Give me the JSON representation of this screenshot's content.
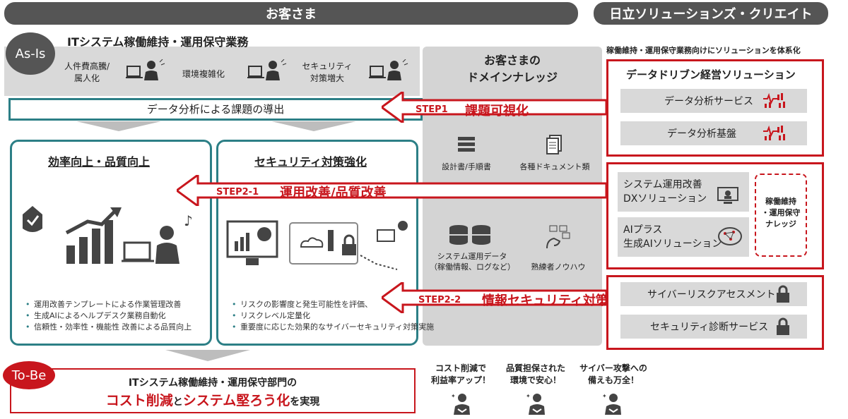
{
  "header": {
    "customer": "お客さま",
    "company": "日立ソリューションズ・クリエイト"
  },
  "asis": {
    "badge": "As-Is",
    "title": "ITシステム稼働維持・運用保守業務",
    "issues": [
      {
        "line1": "人件費高騰/",
        "line2": "属人化"
      },
      {
        "line1": "環境複雑化",
        "line2": ""
      },
      {
        "line1": "セキュリティ",
        "line2": "対策増大"
      }
    ],
    "derive_label": "データ分析による課題の導出"
  },
  "knowledge": {
    "title_line1": "お客さまの",
    "title_line2": "ドメインナレッジ",
    "items": [
      {
        "label": "設計書/手順書"
      },
      {
        "label": "各種ドキュメント類"
      },
      {
        "label_line1": "システム運用データ",
        "label_line2": "（稼働情報、ログなど）"
      },
      {
        "label": "熟練者ノウハウ"
      }
    ]
  },
  "hitachi": {
    "caption": "稼働維持・運用保守業務向けにソリューションを体系化",
    "data_driven": {
      "title": "データドリブン経営ソリューション",
      "services": [
        "データ分析サービス",
        "データ分析基盤"
      ]
    },
    "ops": [
      {
        "line1": "システム運用改善",
        "line2": "DXソリューション"
      },
      {
        "line1": "AIプラス",
        "line2": "生成AIソリューション"
      }
    ],
    "knowhow": {
      "line1": "稼働維持",
      "line2": "・運用保守",
      "line3": "ナレッジ"
    },
    "security_services": [
      "サイバーリスクアセスメント",
      "セキュリティ診断サービス"
    ]
  },
  "steps": {
    "step1": {
      "tag": "STEP1",
      "label": "課題可視化"
    },
    "step21": {
      "tag": "STEP2-1",
      "label": "運用改善/品質改善"
    },
    "step22": {
      "tag": "STEP2-2",
      "label": "情報セキュリティ対策"
    }
  },
  "cards": {
    "efficiency": {
      "title": "効率向上・品質向上",
      "bullets": [
        "運用改善テンプレートによる作業管理改善",
        "生成AIによるヘルプデスク業務自動化",
        "信頼性・効率性・機能性 改善による品質向上"
      ]
    },
    "security": {
      "title": "セキュリティ対策強化",
      "bullets": [
        "リスクの影響度と発生可能性を評価、",
        "リスクレベル定量化",
        "重要度に応じた効果的なサイバーセキュリティ対策実施"
      ]
    }
  },
  "tobe": {
    "badge": "To-Be",
    "line1": "ITシステム稼働維持・運用保守部門の",
    "hl1": "コスト削減",
    "mid": "と",
    "hl2": "システム堅ろう化",
    "tail": "を実現"
  },
  "benefits": [
    {
      "line1": "コスト削減で",
      "line2": "利益率アップ！"
    },
    {
      "line1": "品質担保された",
      "line2": "環境で安心！"
    },
    {
      "line1": "サイバー攻撃への",
      "line2": "備えも万全！"
    }
  ],
  "colors": {
    "red": "#c8161d",
    "teal": "#2c7f86",
    "gray": "#d9d9d9",
    "dark": "#555555"
  }
}
